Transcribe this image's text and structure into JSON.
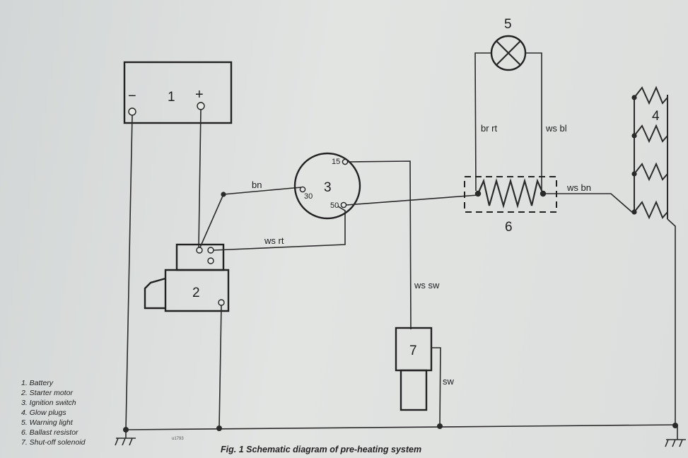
{
  "components": {
    "battery": {
      "number": "1",
      "minus": "−",
      "plus": "+"
    },
    "starter": {
      "number": "2"
    },
    "ignition": {
      "number": "3",
      "t15": "15",
      "t30": "30",
      "t50": "50"
    },
    "glow_plugs": {
      "number": "4"
    },
    "warning_light": {
      "number": "5"
    },
    "ballast": {
      "number": "6"
    },
    "solenoid": {
      "number": "7"
    }
  },
  "wires": {
    "bn": "bn",
    "ws_rt": "ws rt",
    "ws_sw": "ws sw",
    "br_rt": "br rt",
    "ws_bl": "ws bl",
    "ws_bn": "ws bn",
    "sw": "sw"
  },
  "legend": [
    "1.  Battery",
    "2.  Starter motor",
    "3.  Ignition switch",
    "4.  Glow plugs",
    "5.  Warning light",
    "6.  Ballast resistor",
    "7.  Shut-off solenoid"
  ],
  "caption": "Fig. 1 Schematic diagram of pre-heating system",
  "ref_code": "u1793"
}
